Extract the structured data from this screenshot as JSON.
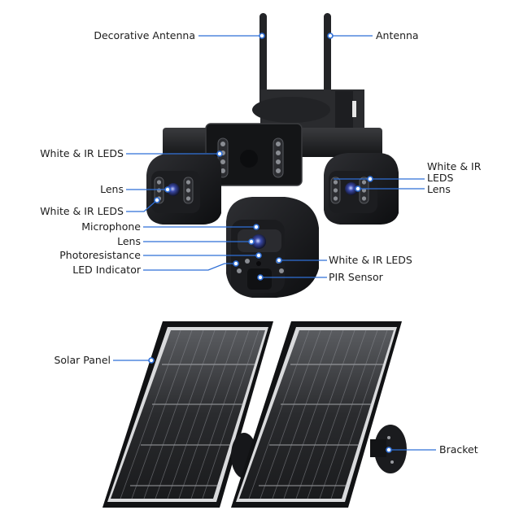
{
  "accent_color": "#2f6fd6",
  "callouts": {
    "decorative_antenna": "Decorative Antenna",
    "antenna": "Antenna",
    "white_ir_leds_top": "White & IR LEDS",
    "lens_left": "Lens",
    "white_ir_leds_left": "White & IR LEDS",
    "white_ir_leds_right_line1": "White & IR",
    "white_ir_leds_right_line2": "LEDS",
    "lens_right": "Lens",
    "microphone": "Microphone",
    "lens_center": "Lens",
    "photoresistance": "Photoresistance",
    "led_indicator": "LED Indicator",
    "white_ir_leds_center": "White & IR LEDS",
    "pir_sensor": "PIR Sensor",
    "solar_panel": "Solar Panel",
    "bracket": "Bracket"
  }
}
